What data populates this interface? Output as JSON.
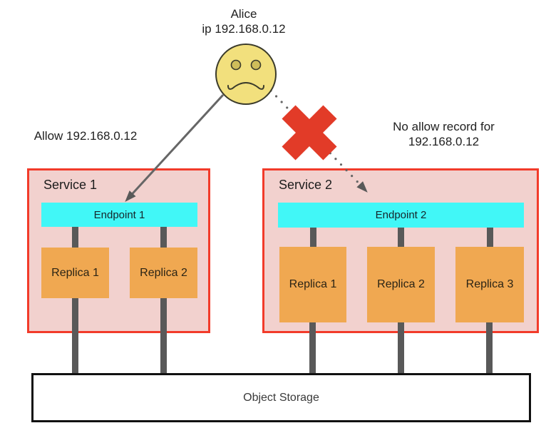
{
  "actor": {
    "name": "Alice",
    "ip_line": "ip 192.168.0.12"
  },
  "annotations": {
    "allow_text": "Allow 192.168.0.12",
    "deny_line1": "No allow record for",
    "deny_line2": "192.168.0.12"
  },
  "services": [
    {
      "title": "Service 1",
      "endpoint": "Endpoint 1",
      "replicas": [
        "Replica 1",
        "Replica 2"
      ]
    },
    {
      "title": "Service 2",
      "endpoint": "Endpoint 2",
      "replicas": [
        "Replica 1",
        "Replica 2",
        "Replica 3"
      ]
    }
  ],
  "storage": {
    "label": "Object Storage"
  },
  "icons": {
    "sad_face": "sad-face",
    "blocked_cross": "blocked-x"
  },
  "colors": {
    "accent_red": "#f23b2a",
    "pink_fill": "#f2d1ce",
    "cyan": "#41f7f7",
    "orange": "#f0a851",
    "connector_gray": "#595959",
    "arrow_gray": "#666666",
    "cross_red": "#e23b28",
    "face_yellow": "#f2e07d",
    "text_dark": "#212121"
  }
}
